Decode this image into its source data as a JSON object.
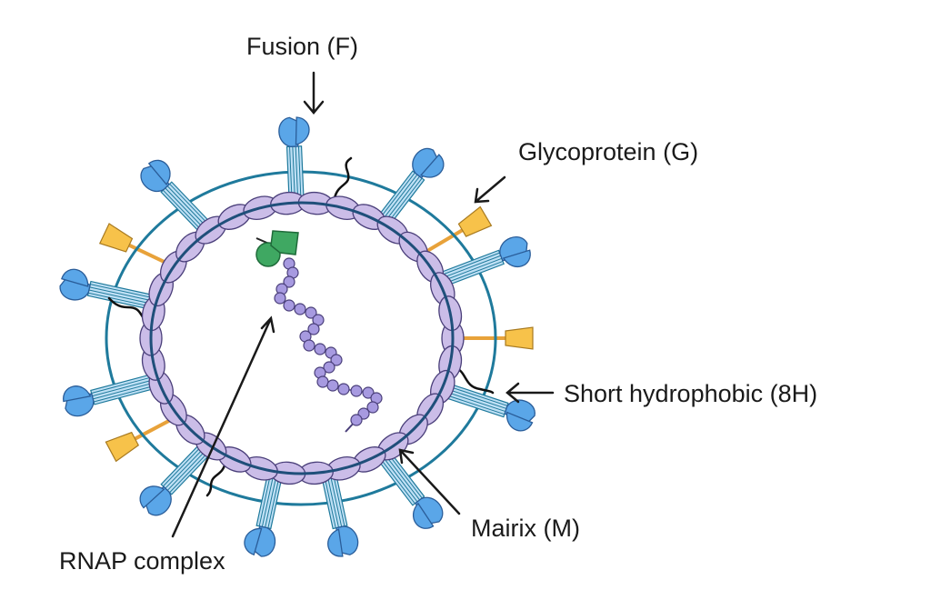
{
  "labels": {
    "fusion": "Fusion (F)",
    "glycoprotein": "Glycoprotein (G)",
    "short_hydrophobic": "Short hydrophobic (8H)",
    "matrix": "Mairix (M)",
    "rnap": "RNAP complex"
  },
  "colors": {
    "envelope": "#1f7a9c",
    "matrix_fill": "#cbbde8",
    "matrix_stroke": "#4a3f7a",
    "f_spike": "#5aa6e8",
    "g_protein": "#f7c24a",
    "rnap": "#3fa862",
    "rna_beads": "#a79ae0"
  }
}
